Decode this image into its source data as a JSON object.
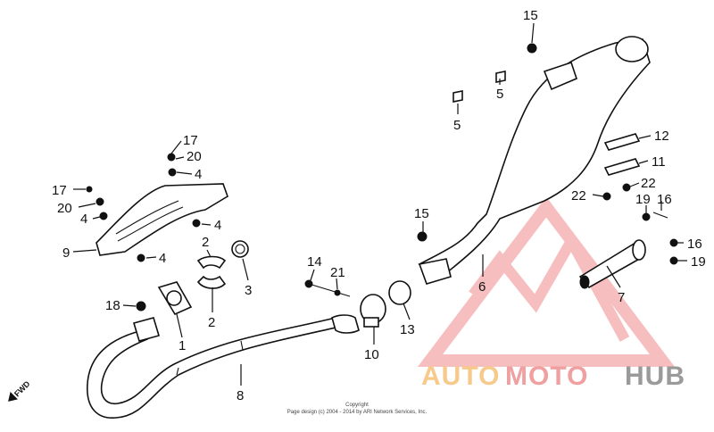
{
  "callouts": {
    "c1": "1",
    "c2a": "2",
    "c2b": "2",
    "c3": "3",
    "c4a": "4",
    "c4b": "4",
    "c4c": "4",
    "c4d": "4",
    "c5a": "5",
    "c5b": "5",
    "c6": "6",
    "c7": "7",
    "c8": "8",
    "c9": "9",
    "c10": "10",
    "c11": "11",
    "c12": "12",
    "c13": "13",
    "c14": "14",
    "c15a": "15",
    "c15b": "15",
    "c16a": "16",
    "c16b": "16",
    "c17a": "17",
    "c17b": "17",
    "c18": "18",
    "c19a": "19",
    "c19b": "19",
    "c20a": "20",
    "c20b": "20",
    "c21": "21",
    "c22a": "22",
    "c22b": "22"
  },
  "direction_label": "FWD",
  "copyright": {
    "line1": "Copyright",
    "line2": "Page design (c) 2004 - 2014 by ARI Network Services, Inc."
  },
  "watermark": {
    "part1": "AUTO",
    "part2": "MOTO",
    "part3": "HUB",
    "colors": {
      "auto": "#f7c98a",
      "moto": "#f0a0a0",
      "hub": "#9a9a9a",
      "triangle": "#f08a8a"
    }
  }
}
